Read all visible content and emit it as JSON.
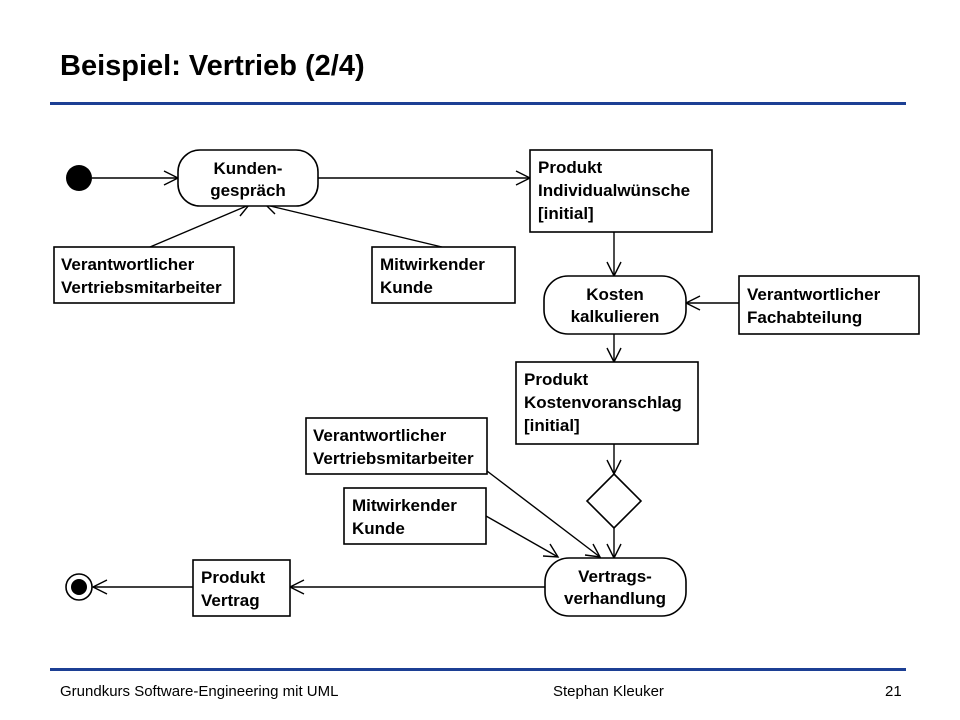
{
  "slide": {
    "title": "Beispiel: Vertrieb (2/4)",
    "rule_color": "#1c3f94"
  },
  "diagram": {
    "actions": {
      "kundengespraech": [
        "Kunden-",
        "gespräch"
      ],
      "kosten_kalkulieren": [
        "Kosten",
        "kalkulieren"
      ],
      "vertragsverhandlung": [
        "Vertrags-",
        "verhandlung"
      ]
    },
    "objects": {
      "produkt_individualwuensche": [
        "Produkt",
        "Individualwünsche",
        "[initial]"
      ],
      "verantwortlicher_vertriebsmitarbeiter_1": [
        "Verantwortlicher",
        "Vertriebsmitarbeiter"
      ],
      "mitwirkender_kunde_1": [
        "Mitwirkender",
        "Kunde"
      ],
      "verantwortlicher_fachabteilung": [
        "Verantwortlicher",
        "Fachabteilung"
      ],
      "produkt_kostenvoranschlag": [
        "Produkt",
        "Kostenvoranschlag",
        "[initial]"
      ],
      "verantwortlicher_vertriebsmitarbeiter_2": [
        "Verantwortlicher",
        "Vertriebsmitarbeiter"
      ],
      "mitwirkender_kunde_2": [
        "Mitwirkender",
        "Kunde"
      ],
      "produkt_vertrag": [
        "Produkt",
        "Vertrag"
      ]
    },
    "nodes": {
      "initial": "initial-node-icon",
      "final": "final-node-icon",
      "decision": "decision-diamond-icon"
    }
  },
  "footer": {
    "course": "Grundkurs Software-Engineering mit UML",
    "author": "Stephan Kleuker",
    "page": "21"
  }
}
